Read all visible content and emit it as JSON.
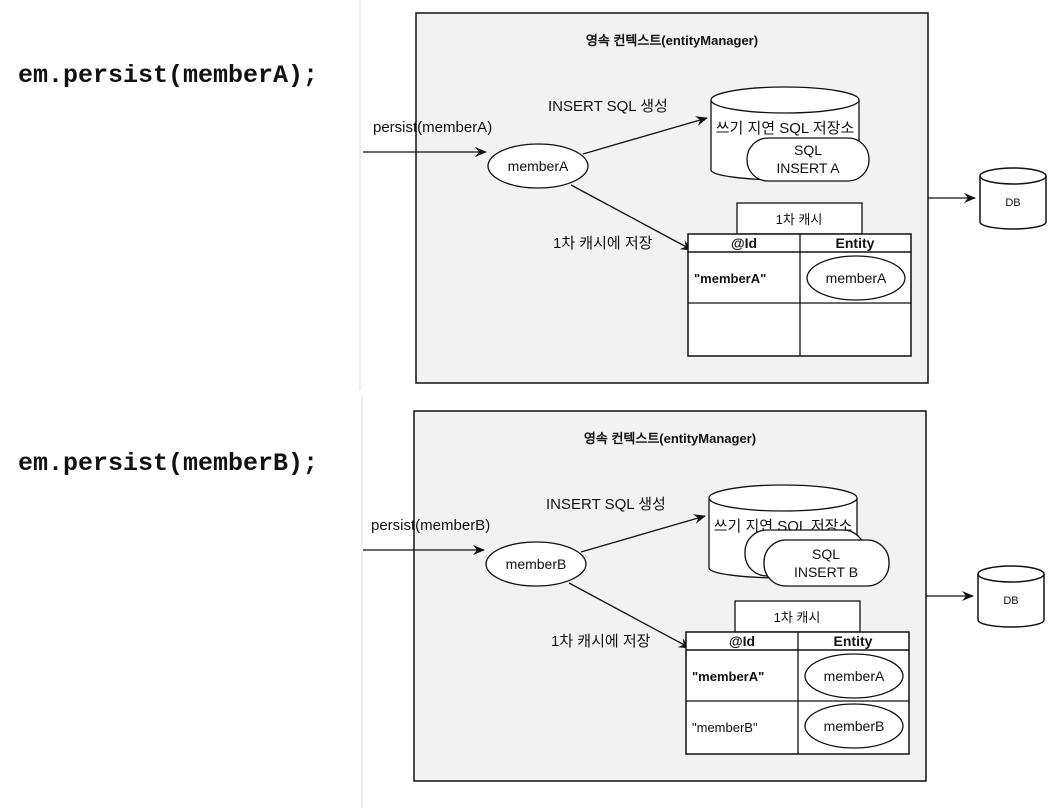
{
  "colors": {
    "panel_bg": "#f2f2f2",
    "stroke": "#111111",
    "divider": "#cccccc"
  },
  "panels": [
    {
      "code": "em.persist(memberA);",
      "context_title": "영속 컨텍스트(entityManager)",
      "persist_label": "persist(memberA)",
      "entity_node": "memberA",
      "insert_label": "INSERT SQL 생성",
      "store_label": "쓰기 지연 SQL 저장소",
      "sql_lines": [
        "SQL",
        "INSERT A"
      ],
      "cache_save_label": "1차 캐시에 저장",
      "cache_title": "1차 캐시",
      "table_headers": [
        "@Id",
        "Entity"
      ],
      "rows": [
        {
          "id": "\"memberA\"",
          "entity": "memberA"
        }
      ],
      "db_label": "DB"
    },
    {
      "code": "em.persist(memberB);",
      "context_title": "영속 컨텍스트(entityManager)",
      "persist_label": "persist(memberB)",
      "entity_node": "memberB",
      "insert_label": "INSERT SQL 생성",
      "store_label": "쓰기 지연 SQL 저장소",
      "sql_lines": [
        "SQL",
        "INSERT B"
      ],
      "cache_save_label": "1차 캐시에 저장",
      "cache_title": "1차 캐시",
      "table_headers": [
        "@Id",
        "Entity"
      ],
      "rows": [
        {
          "id": "\"memberA\"",
          "entity": "memberA"
        },
        {
          "id": "\"memberB\"",
          "entity": "memberB"
        }
      ],
      "db_label": "DB"
    }
  ]
}
